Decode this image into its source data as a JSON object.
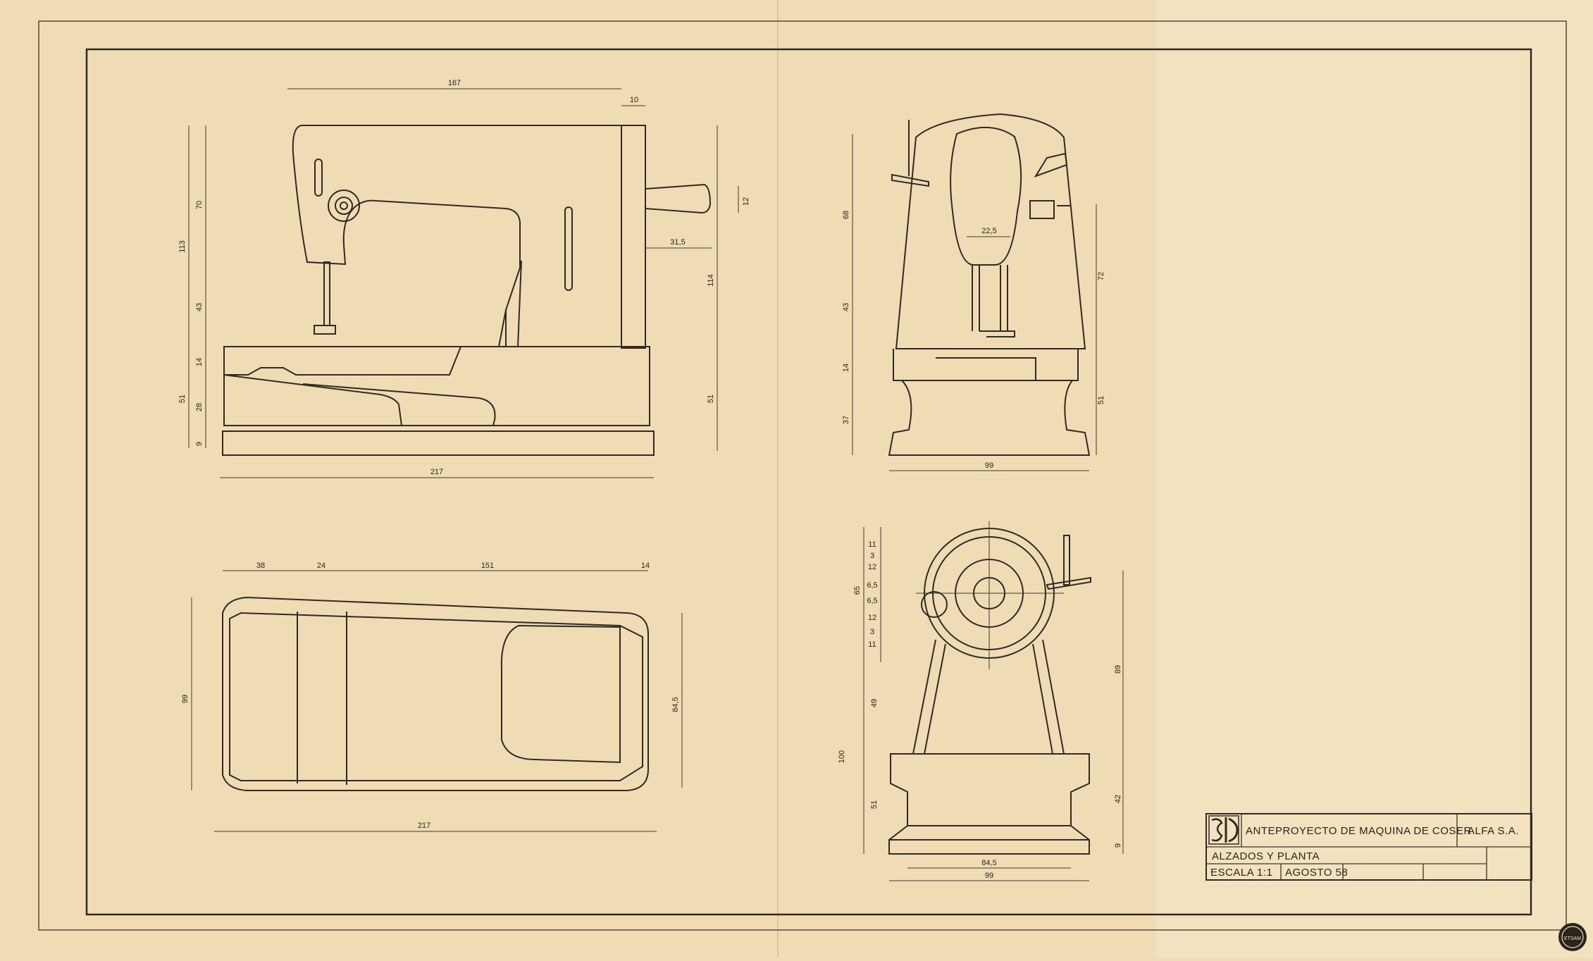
{
  "title_block": {
    "logo_text": "SEDI",
    "project": "ANTEPROYECTO DE MAQUINA DE COSER",
    "client": "ALFA S.A.",
    "sheet_title": "ALZADOS Y PLANTA",
    "scale": "ESCALA 1:1",
    "date": "AGOSTO 58"
  },
  "colors": {
    "paper": "#efdcb5",
    "ink": "#2f2a22"
  },
  "views": {
    "front": {
      "width_top": "167",
      "flange": "10",
      "total_width": "217",
      "arm_height": "70",
      "head_height": "113",
      "needle_gap": "43",
      "bed": "14",
      "base_height": "51",
      "base_sub": "28",
      "foot": "9",
      "handle": "12",
      "handle_len": "31,5",
      "column_height": "114",
      "column_base": "51"
    },
    "side": {
      "head": "68",
      "gap": "43",
      "bed": "14",
      "base": "37",
      "upper": "72",
      "lower": "51",
      "head_width": "22,5",
      "width": "99"
    },
    "plan": {
      "seg1": "38",
      "seg2": "24",
      "seg3": "151",
      "seg4": "14",
      "depth": "99",
      "right_depth": "84,5",
      "width": "217"
    },
    "end": {
      "d1": "11",
      "d2": "3",
      "d3": "12",
      "d4": "6,5",
      "d5": "6,5",
      "d6": "12",
      "d7": "3",
      "d8": "11",
      "upper": "65",
      "mid": "49",
      "total": "100",
      "low": "51",
      "right_upper": "89",
      "right_low": "42",
      "right_foot": "9",
      "inner_width": "84,5",
      "width": "99"
    }
  },
  "stamp": "ETSAM"
}
